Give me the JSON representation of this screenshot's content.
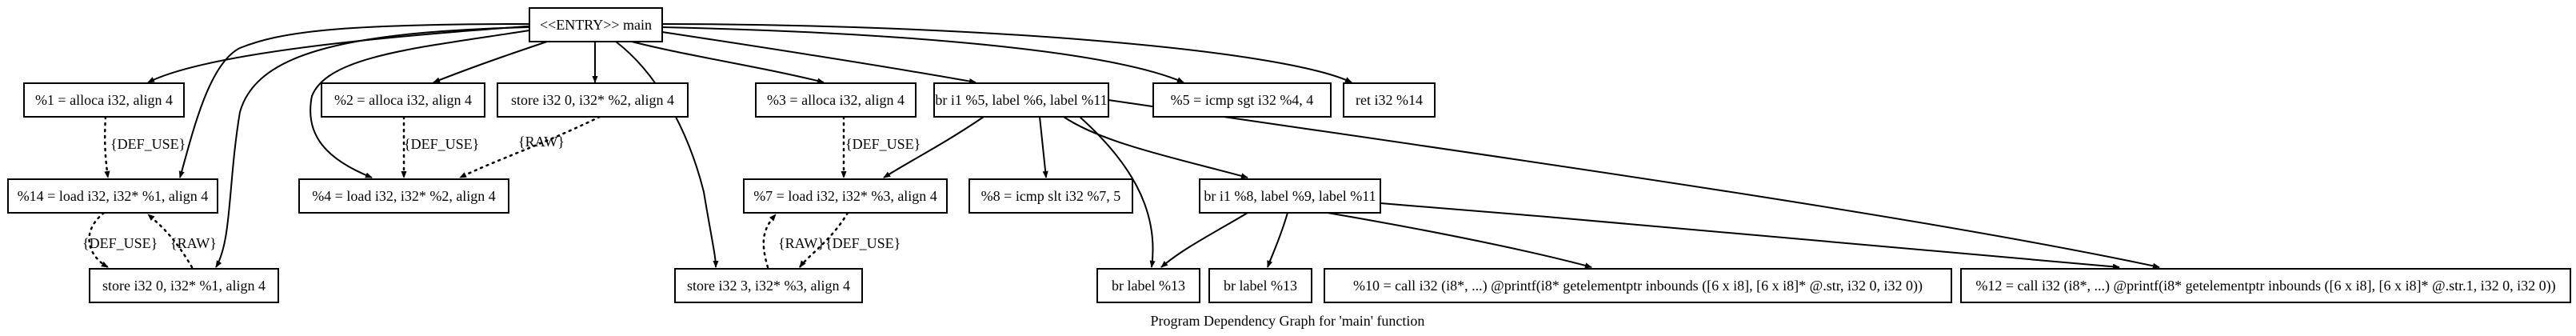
{
  "graph": {
    "caption": "Program Dependency Graph for 'main' function",
    "nodes": [
      {
        "id": "entry",
        "label": "<<ENTRY>> main"
      },
      {
        "id": "n1",
        "label": "%1 = alloca i32, align 4"
      },
      {
        "id": "n2",
        "label": "%2 = alloca i32, align 4"
      },
      {
        "id": "n_store0_2",
        "label": "store i32 0, i32* %2, align 4"
      },
      {
        "id": "n3",
        "label": "%3 = alloca i32, align 4"
      },
      {
        "id": "n_br5",
        "label": "br i1 %5, label %6, label %11"
      },
      {
        "id": "n5",
        "label": "%5 = icmp sgt i32 %4, 4"
      },
      {
        "id": "n_ret",
        "label": "ret i32 %14"
      },
      {
        "id": "n14",
        "label": "%14 = load i32, i32* %1, align 4"
      },
      {
        "id": "n4",
        "label": "%4 = load i32, i32* %2, align 4"
      },
      {
        "id": "n7",
        "label": "%7 = load i32, i32* %3, align 4"
      },
      {
        "id": "n8",
        "label": "%8 = icmp slt i32 %7, 5"
      },
      {
        "id": "n_br8",
        "label": "br i1 %8, label %9, label %11"
      },
      {
        "id": "n_store0_1",
        "label": "store i32 0, i32* %1, align 4"
      },
      {
        "id": "n_store3_3",
        "label": "store i32 3, i32* %3, align 4"
      },
      {
        "id": "n_br13a",
        "label": "br label %13"
      },
      {
        "id": "n_br13b",
        "label": "br label %13"
      },
      {
        "id": "n10",
        "label": "%10 = call i32 (i8*, ...) @printf(i8* getelementptr inbounds ([6 x i8], [6 x i8]* @.str, i32 0, i32 0))"
      },
      {
        "id": "n12",
        "label": "%12 = call i32 (i8*, ...) @printf(i8* getelementptr inbounds ([6 x i8], [6 x i8]* @.str.1, i32 0, i32 0))"
      }
    ],
    "edges": [
      {
        "from": "entry",
        "to": "n1",
        "style": "solid"
      },
      {
        "from": "entry",
        "to": "n14",
        "style": "solid"
      },
      {
        "from": "entry",
        "to": "n_store0_1",
        "style": "solid"
      },
      {
        "from": "entry",
        "to": "n2",
        "style": "solid"
      },
      {
        "from": "entry",
        "to": "n4",
        "style": "solid"
      },
      {
        "from": "entry",
        "to": "n_store0_2",
        "style": "solid"
      },
      {
        "from": "entry",
        "to": "n_store3_3",
        "style": "solid"
      },
      {
        "from": "entry",
        "to": "n3",
        "style": "solid"
      },
      {
        "from": "entry",
        "to": "n_br5",
        "style": "solid"
      },
      {
        "from": "entry",
        "to": "n5",
        "style": "solid"
      },
      {
        "from": "entry",
        "to": "n_ret",
        "style": "solid"
      },
      {
        "from": "n_br5",
        "to": "n7",
        "style": "solid"
      },
      {
        "from": "n_br5",
        "to": "n8",
        "style": "solid"
      },
      {
        "from": "n_br5",
        "to": "n_br8",
        "style": "solid"
      },
      {
        "from": "n_br5",
        "to": "n_br13a",
        "style": "solid"
      },
      {
        "from": "n_br5",
        "to": "n12",
        "style": "solid"
      },
      {
        "from": "n_br8",
        "to": "n_br13a",
        "style": "solid"
      },
      {
        "from": "n_br8",
        "to": "n_br13b",
        "style": "solid"
      },
      {
        "from": "n_br8",
        "to": "n10",
        "style": "solid"
      },
      {
        "from": "n_br8",
        "to": "n12",
        "style": "solid"
      },
      {
        "from": "n1",
        "to": "n14",
        "style": "dotted",
        "label": "{DEF_USE}"
      },
      {
        "from": "n2",
        "to": "n4",
        "style": "dotted",
        "label": "{DEF_USE}"
      },
      {
        "from": "n_store0_2",
        "to": "n4",
        "style": "dotted",
        "label": "{RAW}"
      },
      {
        "from": "n3",
        "to": "n7",
        "style": "dotted",
        "label": "{DEF_USE}"
      },
      {
        "from": "n14",
        "to": "n_store0_1",
        "style": "dotted",
        "label": "{DEF_USE}"
      },
      {
        "from": "n_store0_1",
        "to": "n14",
        "style": "dotted",
        "label": "{RAW}"
      },
      {
        "from": "n7",
        "to": "n_store3_3",
        "style": "dotted",
        "label": "{DEF_USE}"
      },
      {
        "from": "n_store3_3",
        "to": "n7",
        "style": "dotted",
        "label": "{RAW}"
      }
    ]
  }
}
